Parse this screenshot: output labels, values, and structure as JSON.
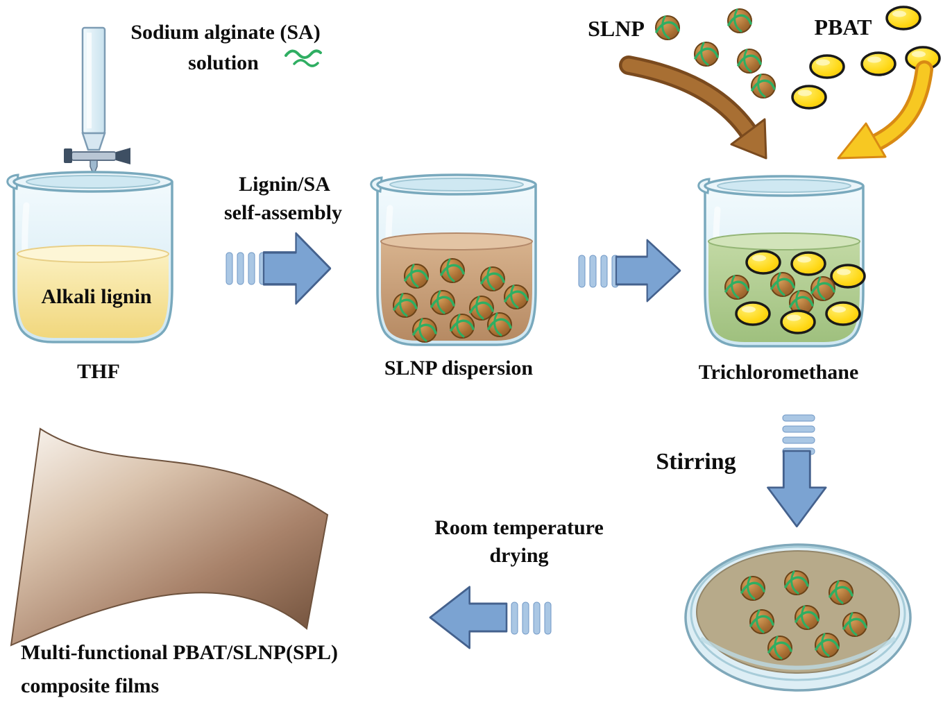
{
  "figure": {
    "type": "process-schematic",
    "description": "Preparation route of multi-functional PBAT/SLNP composite films"
  },
  "labels": {
    "sodium_alginate_line1": "Sodium alginate (SA)",
    "sodium_alginate_line2": "solution",
    "alkali_lignin": "Alkali lignin",
    "thf": "THF",
    "self_assembly_line1": "Lignin/SA",
    "self_assembly_line2": "self-assembly",
    "slnp_dispersion": "SLNP dispersion",
    "slnp": "SLNP",
    "pbat": "PBAT",
    "trichloromethane": "Trichloromethane",
    "stirring": "Stirring",
    "drying_line1": "Room temperature",
    "drying_line2": "drying",
    "film_line1": "Multi-functional PBAT/SLNP(SPL)",
    "film_line2": "composite films"
  },
  "colors": {
    "process_arrow_blue": "#7ba3d2",
    "process_arrow_blue_stroke": "#44618d",
    "dash_bar_blue": "#aac7e4",
    "slnp_arrow_brown": "#a86f33",
    "pbat_arrow_yellow": "#f7c822",
    "slnp_particle_brown": "#a86f33",
    "pbat_particle_yellow": "#ffd816",
    "alginate_green": "#2fae62",
    "thf_liquid_yellow": "#f3da84",
    "dispersion_tan": "#c49d7b",
    "trichloromethane_green": "#aac985",
    "film_brown": "#7a5a42",
    "glass_blue": "#ddeef5",
    "text": "#0d0d0d"
  },
  "icons": {
    "burette": "burette-icon",
    "beaker": "beaker-icon",
    "process_arrow": "process-arrow-icon",
    "dash_bars": "dash-bars-icon",
    "slnp_particle": "slnp-particle-icon",
    "pbat_particle": "pbat-particle-icon",
    "alginate_strand": "alginate-squiggle-icon",
    "petri_dish": "petri-dish-icon",
    "composite_film": "composite-film-icon"
  }
}
